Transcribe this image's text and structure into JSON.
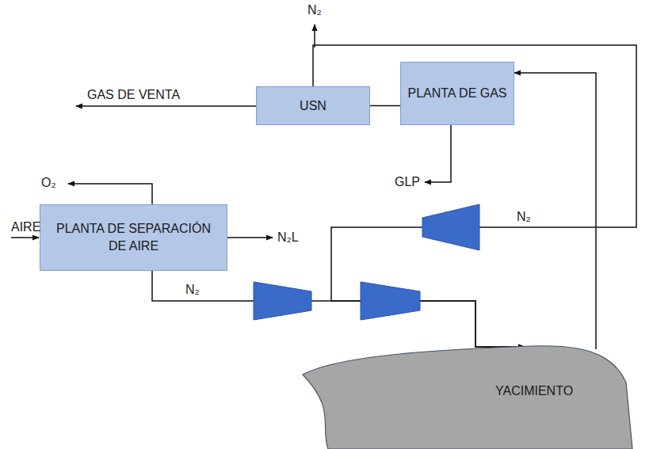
{
  "diagram": {
    "nodes": [
      {
        "text": [
          "USN"
        ]
      },
      {
        "text": [
          "PLANTA DE GAS"
        ]
      },
      {
        "text": [
          "PLANTA DE SEPARACIÓN DE AIRE"
        ]
      },
      {
        "text": [
          "YACIMIENTO"
        ]
      }
    ],
    "edges": [
      {
        "from": 2,
        "to": 3,
        "arrow": "to",
        "label": "N₂"
      },
      {
        "from": 3,
        "to": 1,
        "arrow": "to"
      },
      {
        "from": 1,
        "to": 0,
        "arrow": "none"
      },
      {
        "from": 0,
        "to": 3,
        "arrow": "to",
        "label": "N₂"
      }
    ],
    "labels": [
      "N₂",
      "O₂",
      "N₂L",
      "AIRE",
      "GAS DE VENTA",
      "GLP"
    ]
  }
}
